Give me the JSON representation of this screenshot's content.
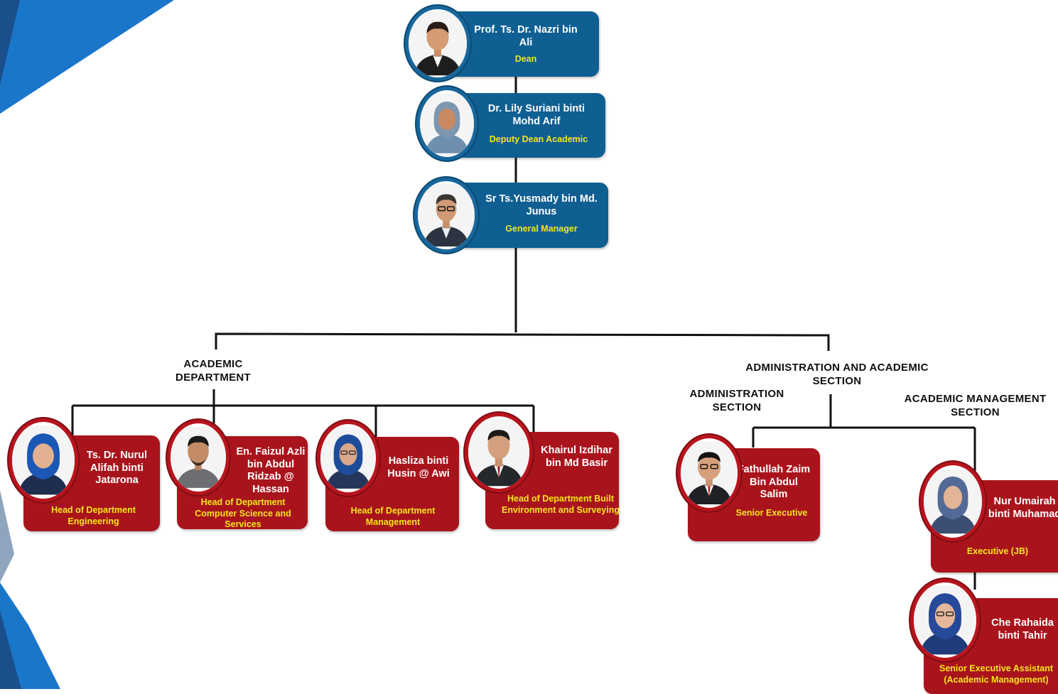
{
  "colors": {
    "blue_card": "#0f5f92",
    "red_card": "#a9141c",
    "role_text": "#f2e51e",
    "connector": "#111111"
  },
  "top": [
    {
      "name": "Prof. Ts. Dr. Nazri bin Ali",
      "role": "Dean"
    },
    {
      "name": "Dr. Lily Suriani binti Mohd Arif",
      "role": "Deputy Dean Academic"
    },
    {
      "name": "Sr Ts.Yusmady bin Md. Junus",
      "role": "General Manager"
    }
  ],
  "sections": {
    "academic_department": "ACADEMIC DEPARTMENT",
    "admin_academic": "ADMINISTRATION  AND ACADEMIC SECTION",
    "administration": "ADMINISTRATION SECTION",
    "academic_management": "ACADEMIC  MANAGEMENT SECTION"
  },
  "heads": [
    {
      "name": "Ts. Dr. Nurul Alifah binti Jatarona",
      "role": "Head of Department Engineering"
    },
    {
      "name": "En. Faizul Azli bin Abdul Ridzab @ Hassan",
      "role": "Head of Department Computer Science and Services"
    },
    {
      "name": "Hasliza binti Husin @ Awi",
      "role": "Head of Department Management"
    },
    {
      "name": "Khairul Izdihar bin Md Basir",
      "role": "Head of Department Built Environment and Surveying"
    }
  ],
  "admin": {
    "name": "Fathullah Zaim Bin Abdul Salim",
    "role": "Senior Executive"
  },
  "academic_mgmt": [
    {
      "name": "Nur Umairah binti Muhamad",
      "role": "Executive (JB)"
    },
    {
      "name": "Che Rahaida binti Tahir",
      "role": "Senior Executive Assistant (Academic Management)"
    }
  ],
  "icons": {
    "photo": "person-portrait-icon"
  }
}
